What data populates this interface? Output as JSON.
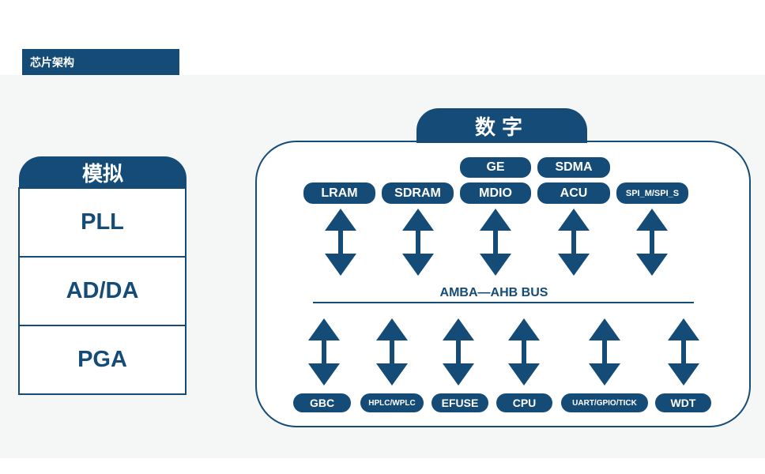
{
  "header": {
    "title": "芯片架构"
  },
  "analog": {
    "title": "模拟",
    "items": [
      "PLL",
      "AD/DA",
      "PGA"
    ]
  },
  "digital": {
    "title": "数字",
    "top_row_upper": [
      "GE",
      "SDMA"
    ],
    "top_row_lower": [
      "LRAM",
      "SDRAM",
      "MDIO",
      "ACU",
      "SPI_M/SPI_S"
    ],
    "bus_label": "AMBA—AHB BUS",
    "bottom_row": [
      "GBC",
      "HPLC/WPLC",
      "EFUSE",
      "CPU",
      "UART/GPIO/TICK",
      "WDT"
    ]
  },
  "colors": {
    "primary": "#154b77",
    "panel_bg": "#f5f6f6"
  }
}
